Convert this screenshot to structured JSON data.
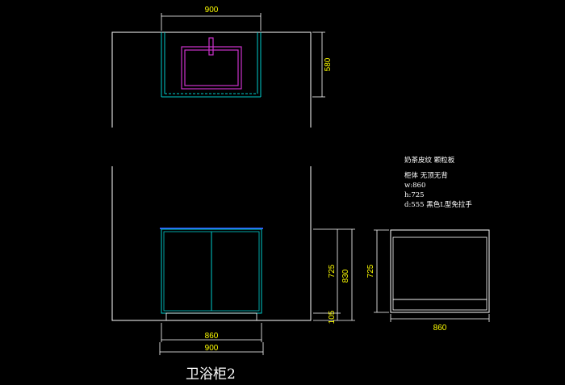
{
  "top_view": {
    "width_label": "900",
    "depth_label": "580"
  },
  "front_view": {
    "carcass_width_label": "860",
    "overall_width_label": "900",
    "carcass_height_label": "725",
    "overall_height_label": "830",
    "plinth_height_label": "105"
  },
  "side_view": {
    "height_label": "725",
    "width_label": "860"
  },
  "notes": {
    "line1": "奶茶皮纹 颗粒板",
    "line2": "柜体   无顶无背",
    "line3": "w:860",
    "line4": "h:725",
    "line5": "d:555   黑色L型免拉手"
  },
  "title": "卫浴柜2",
  "colors": {
    "background": "#000000",
    "outline": "#ffffff",
    "cabinet": "#00cccc",
    "basin": "#cc33cc",
    "dimension_text": "#ffff00",
    "countertop": "#3355ff"
  }
}
